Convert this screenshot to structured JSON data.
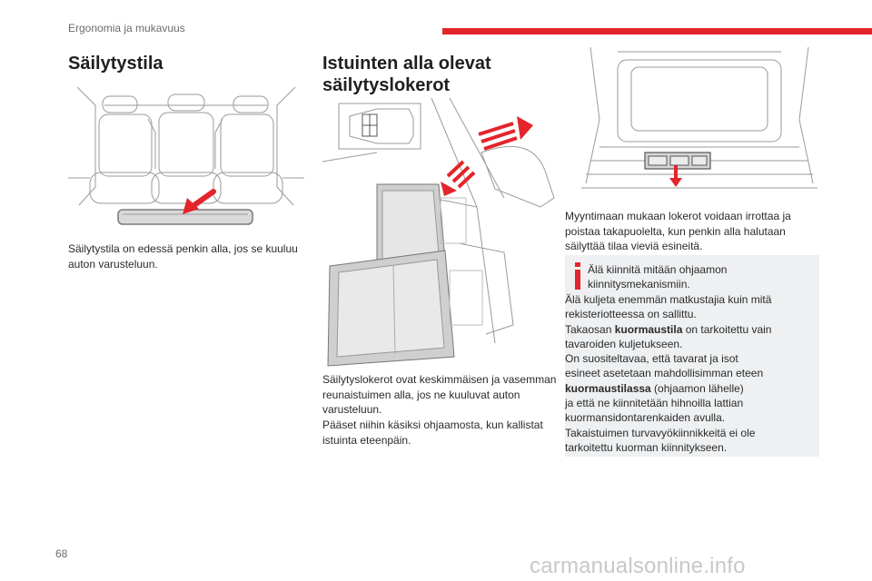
{
  "header": {
    "section_title": "Ergonomia ja mukavuus",
    "accent_color": "#e3242b"
  },
  "col1": {
    "heading": "Säilytystila",
    "figure_icon": "rear-seat-storage-illustration",
    "text": "Säilytystila on edessä penkin alla, jos se kuuluu auton varusteluun."
  },
  "col2": {
    "heading_line1": "Istuinten alla olevat",
    "heading_line2": "säilytyslokerot",
    "figure_icon": "under-seat-drawers-illustration",
    "para1": "Säilytyslokerot ovat keskimmäisen ja vasemman reunaistuimen alla, jos ne kuuluvat auton varusteluun.",
    "para2": "Pääset niihin käsiksi ohjaamosta, kun kallistat istuinta eteenpäin."
  },
  "col3": {
    "figure_icon": "removable-drawer-illustration",
    "para": "Myyntimaan mukaan lokerot voidaan irrottaa ja poistaa takapuolelta, kun penkin alla halutaan säilyttää tilaa vieviä esineitä.",
    "info_icon": "info-icon",
    "info": {
      "l1": "Älä kiinnitä mitään ohjaamon",
      "l2": "kiinnitysmekanismiin.",
      "l3": "Älä kuljeta enemmän matkustajia kuin mitä",
      "l4": "rekisteriotteessa on sallittu.",
      "l5_pre": "Takaosan ",
      "l5_bold": "kuormaustila",
      "l5_post": " on tarkoitettu vain",
      "l6": "tavaroiden kuljetukseen.",
      "l7": "On suositeltavaa, että tavarat ja isot",
      "l8": "esineet asetetaan mahdollisimman eteen",
      "l9_bold": "kuormaustilassa",
      "l9_post": " (ohjaamon lähelle)",
      "l10": "ja että ne kiinnitetään hihnoilla lattian",
      "l11": "kuormansidontarenkaiden avulla.",
      "l12": "Takaistuimen turvavyökiinnikkeitä ei ole",
      "l13": "tarkoitettu kuorman kiinnitykseen."
    }
  },
  "footer": {
    "page_number": "68",
    "watermark": "carmanualsonline.info"
  }
}
